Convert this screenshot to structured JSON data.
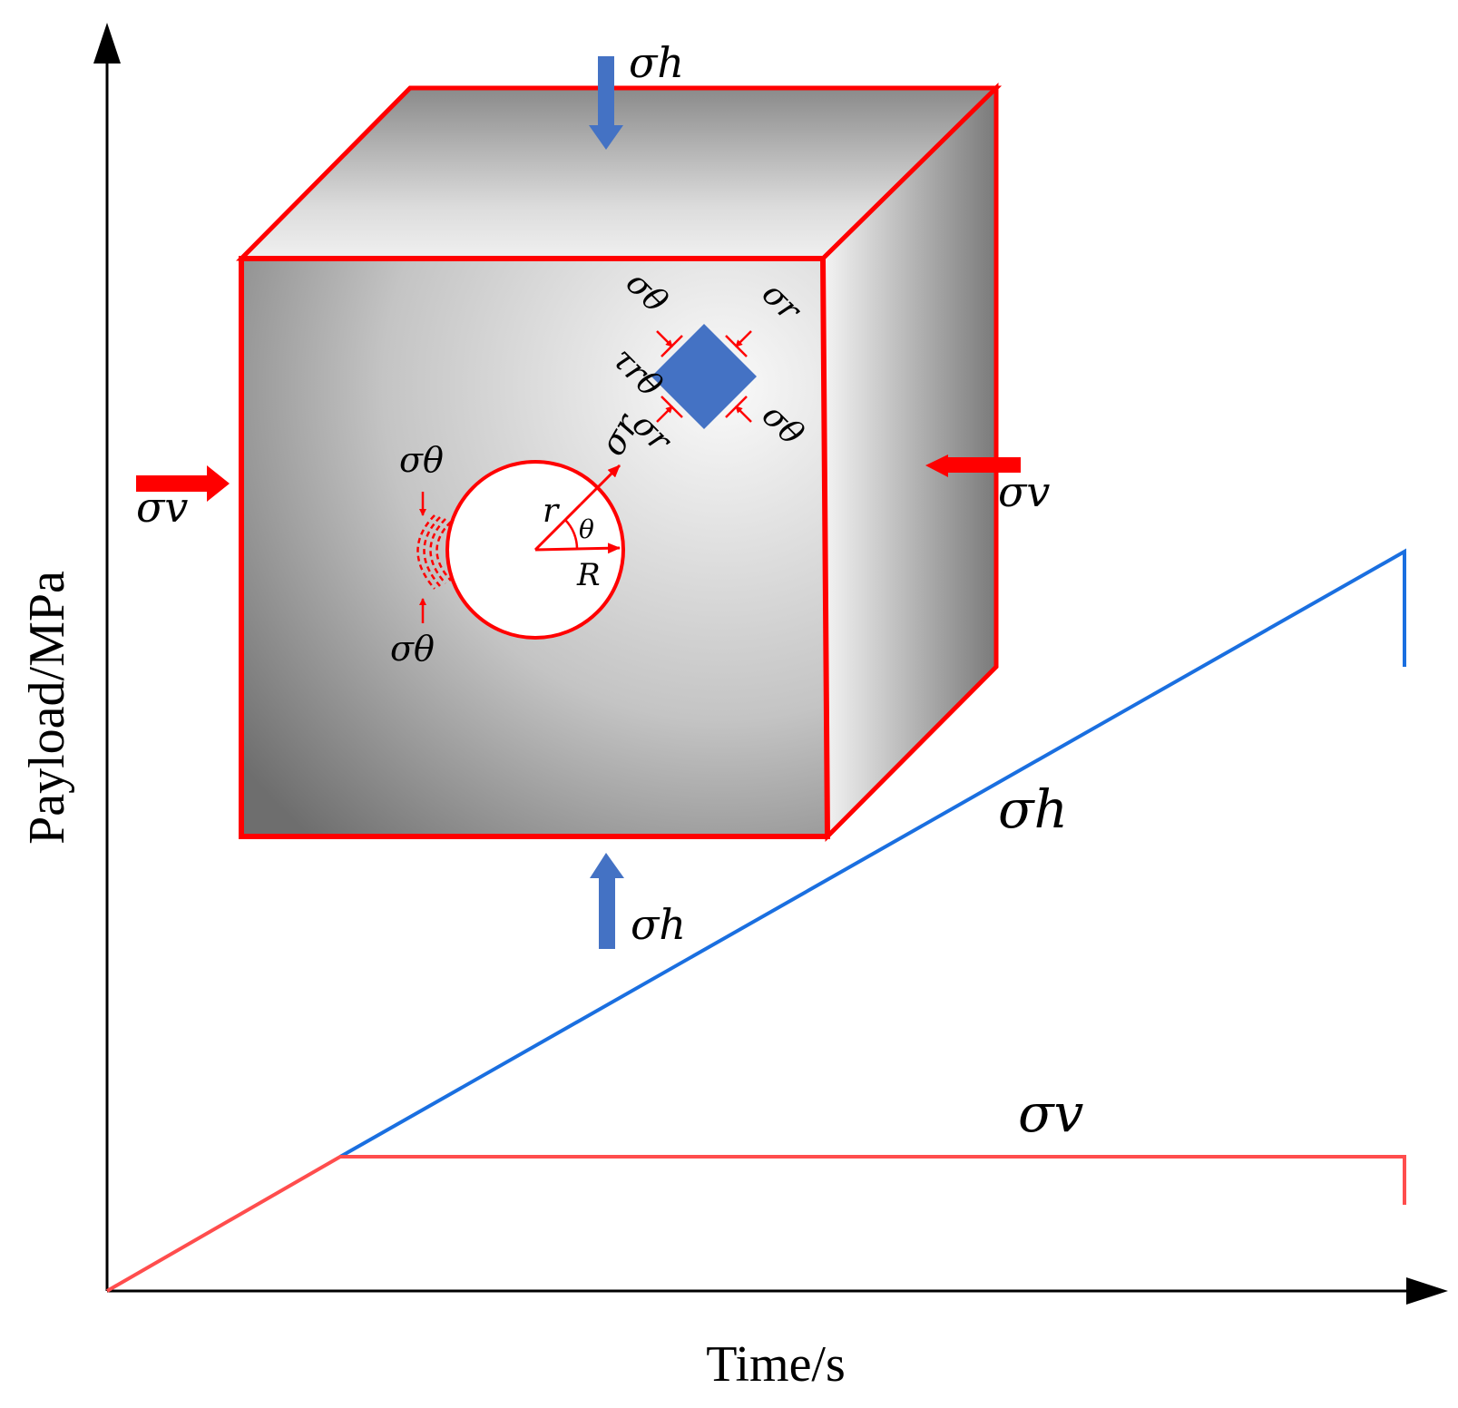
{
  "axes": {
    "x_label": "Time/s",
    "y_label": "Payload/MPa"
  },
  "chart_data": {
    "type": "line",
    "xlabel": "Time/s",
    "ylabel": "Payload/MPa",
    "series": [
      {
        "name": "σh",
        "color": "#1a6fe0"
      },
      {
        "name": "σv",
        "color": "#ff3333"
      }
    ]
  },
  "labels": {
    "sigma_h_top": "σh",
    "sigma_h_bottom": "σh",
    "sigma_v_left": "σv",
    "sigma_v_right": "σv",
    "sigma_h_curve": "σh",
    "sigma_v_curve": "σv",
    "sigma_theta_top": "σθ",
    "sigma_theta_bottom": "σθ",
    "sigma_r_hole": "σr",
    "r": "r",
    "theta": "θ",
    "R": "R",
    "elem_sigma_theta_ul": "σθ",
    "elem_sigma_r_ur": "σr",
    "elem_tau_r_theta": "τrθ",
    "elem_sigma_r_ll": "σr",
    "elem_sigma_theta_lr": "σθ"
  },
  "colors": {
    "cube_edge": "#ff0000",
    "load_h_arrow": "#4472c4",
    "load_v_arrow": "#ff0000",
    "stress_element": "#4472c4"
  }
}
